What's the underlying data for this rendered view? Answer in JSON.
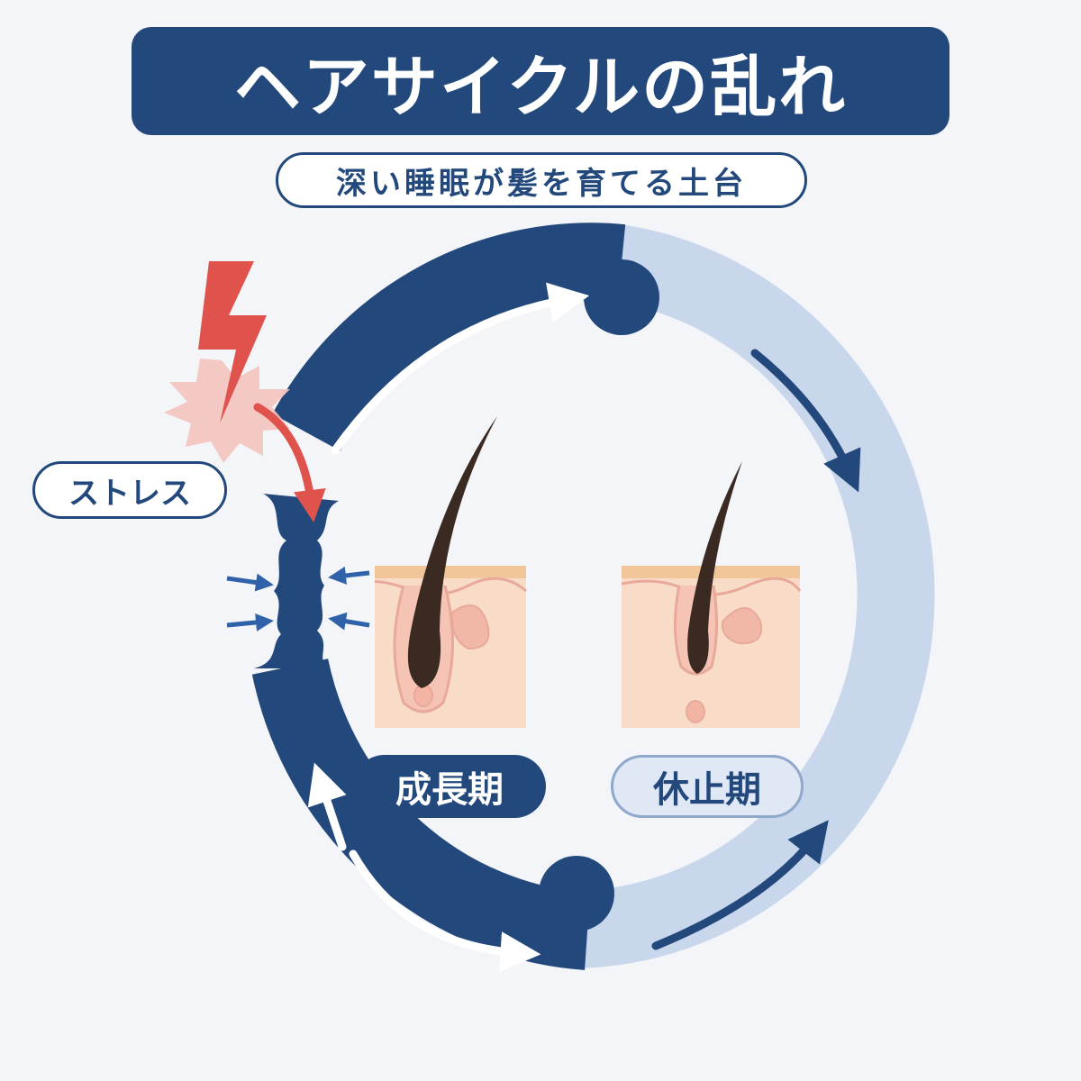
{
  "title": "ヘアサイクルの乱れ",
  "subtitle": "深い睡眠が髪を育てる土台",
  "labels": {
    "stress": "ストレス",
    "growth_phase": "成長期",
    "resting_phase": "休止期"
  },
  "colors": {
    "dark_blue": "#22487c",
    "light_blue": "#c9d7ec",
    "stress_red": "#e0524c",
    "skin": "#f8dcc8",
    "hair": "#3b2a22"
  },
  "icons": [
    "lightning-icon",
    "impact-burst-icon",
    "cycle-arrow-icon",
    "hair-follicle-icon"
  ]
}
